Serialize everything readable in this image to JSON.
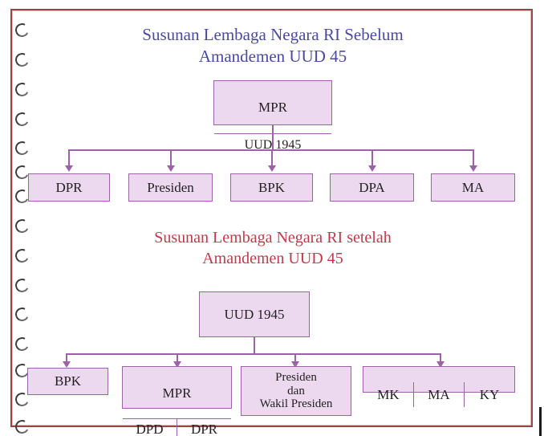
{
  "page": {
    "kind": "scanned-notebook-page-diagram",
    "frame_color": "#9e4446",
    "box_fill": "#ecd9f0",
    "box_border": "#9b63a6",
    "connector_color": "#9b63a6",
    "hole_count": 14
  },
  "diagram_top": {
    "title": "Susunan Lembaga Negara RI Sebelum\nAmandemen UUD 45",
    "title_color": "#4a4a9e",
    "root": {
      "header": "MPR",
      "subheader": "UUD 1945"
    },
    "children": [
      {
        "label": "DPR"
      },
      {
        "label": "Presiden"
      },
      {
        "label": "BPK"
      },
      {
        "label": "DPA"
      },
      {
        "label": "MA"
      }
    ]
  },
  "diagram_bottom": {
    "title": "Susunan Lembaga Negara RI setelah\nAmandemen UUD 45",
    "title_color": "#c0394b",
    "root": {
      "label": "UUD 1945"
    },
    "children": [
      {
        "label": "BPK"
      },
      {
        "label": "MPR",
        "cells": [
          "DPD",
          "DPR"
        ]
      },
      {
        "label": "Presiden\ndan\nWakil Presiden"
      },
      {
        "cells": [
          "MK",
          "MA",
          "KY"
        ]
      }
    ]
  }
}
